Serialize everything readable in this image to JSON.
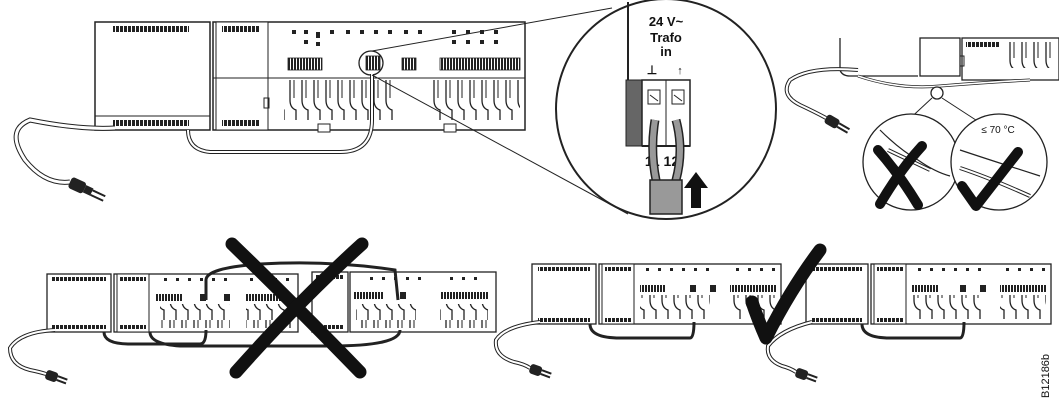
{
  "zoom_detail": {
    "voltage_label": "24 V~",
    "trafo_label": "Trafo",
    "in_label": "in",
    "ground_symbol": "⊥",
    "arrow_symbol": "↑",
    "terminal_numbers": "11 12"
  },
  "temp_detail": {
    "temperature_label": "≤ 70 °C"
  },
  "figure_code": "B12186b",
  "icons": [
    "cross-mark-icon",
    "check-mark-icon",
    "power-plug-icon",
    "arrow-up-icon"
  ]
}
